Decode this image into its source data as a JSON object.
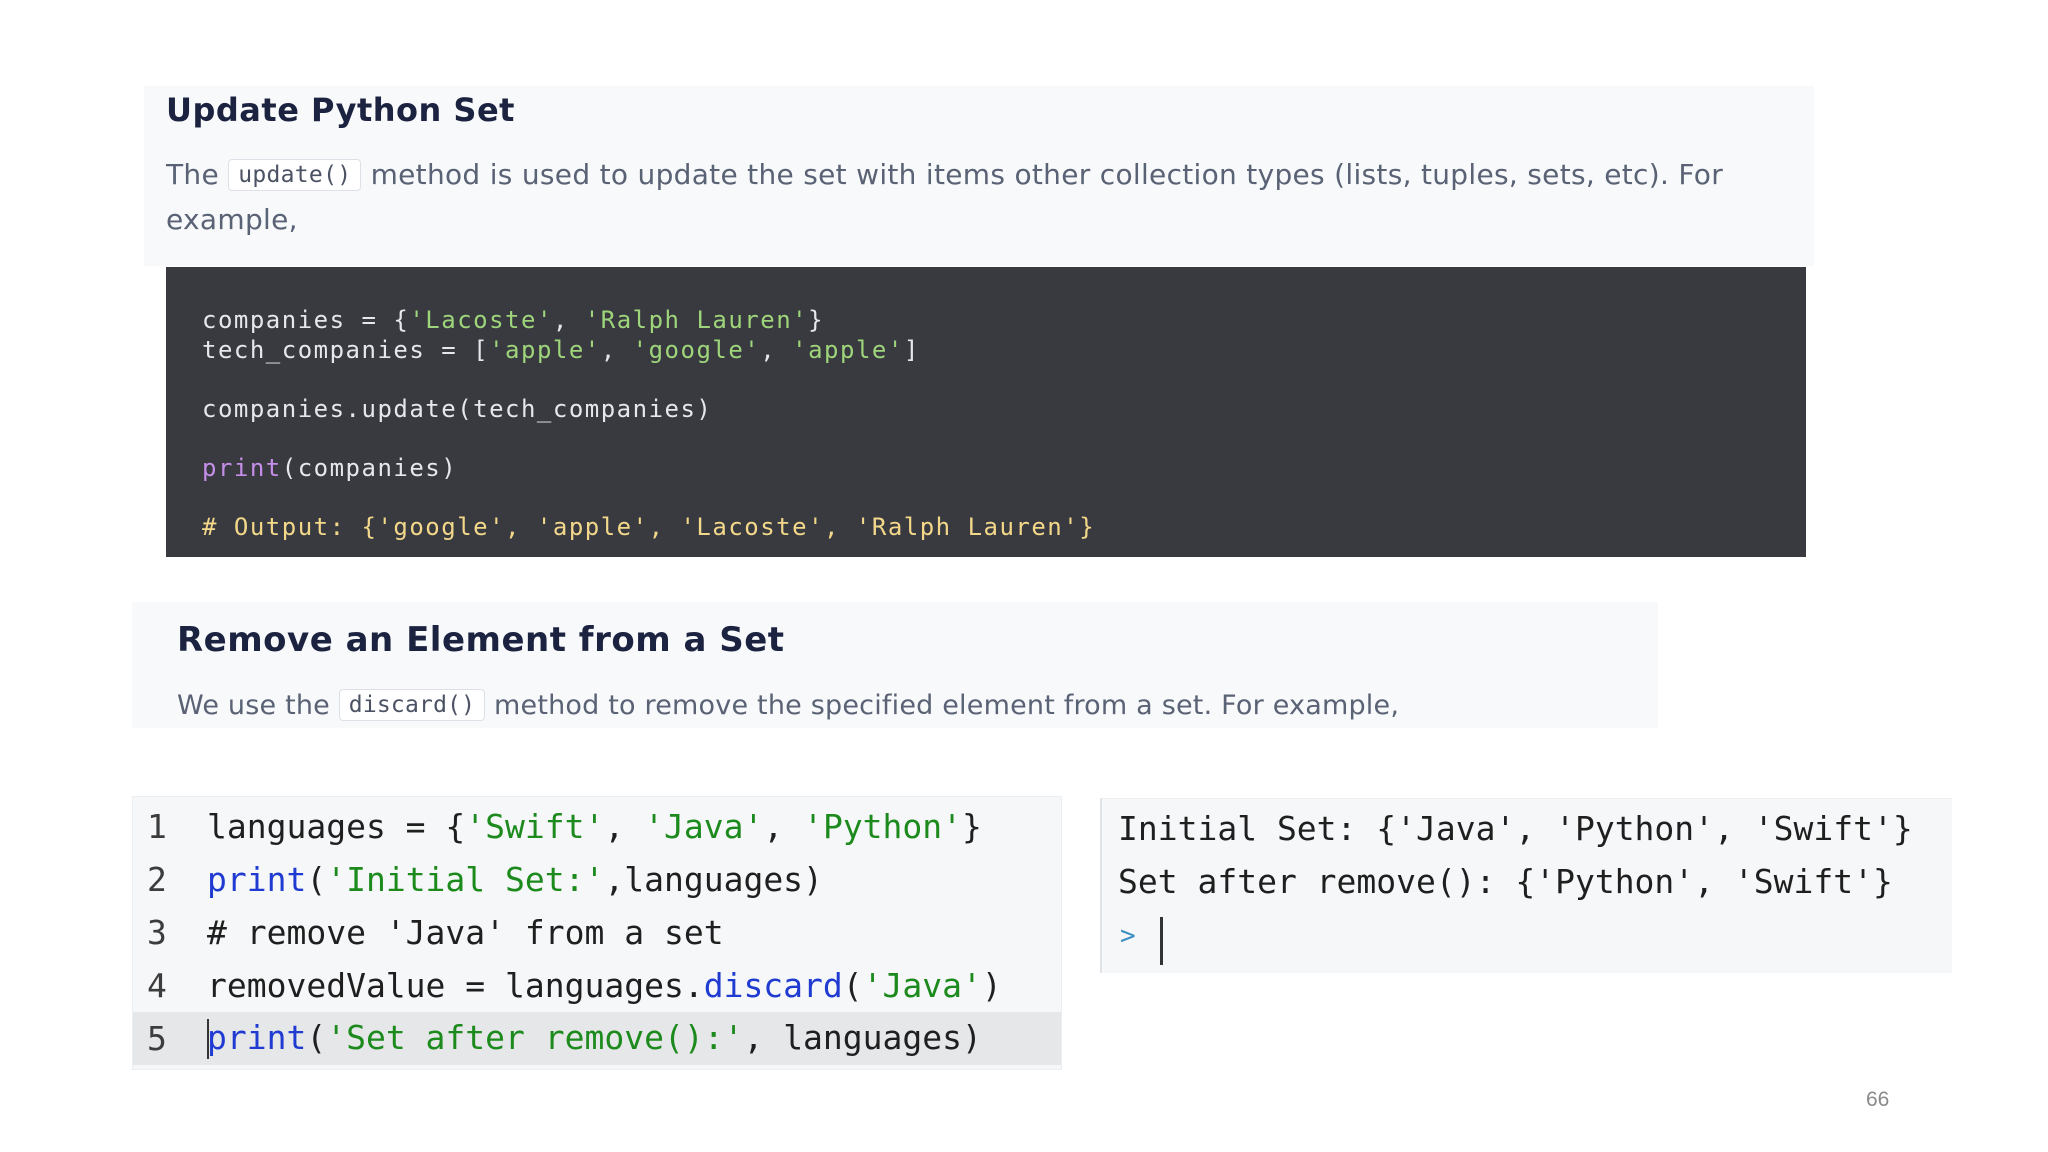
{
  "section_update": {
    "title": "Update Python Set",
    "desc_before": "The ",
    "desc_code": "update()",
    "desc_after": " method is used to update the set with items other collection types (lists, tuples, sets, etc). For example,"
  },
  "code_block_1": {
    "line1": {
      "a": "companies = {",
      "s1": "'Lacoste'",
      "b": ", ",
      "s2": "'Ralph Lauren'",
      "c": "}"
    },
    "line2": {
      "a": "tech_companies = [",
      "s1": "'apple'",
      "b": ", ",
      "s2": "'google'",
      "c": ", ",
      "s3": "'apple'",
      "d": "]"
    },
    "line3": "companies.update(tech_companies)",
    "line4": {
      "kw": "print",
      "rest": "(companies)"
    },
    "line5": "# Output: {'google', 'apple', 'Lacoste', 'Ralph Lauren'}"
  },
  "section_remove": {
    "title": "Remove an Element from a Set",
    "desc_before": "We use the ",
    "desc_code": "discard()",
    "desc_after": " method to remove the specified element from a set. For example,"
  },
  "editor": {
    "line_numbers": [
      "1",
      "2",
      "3",
      "4",
      "5"
    ],
    "l1": {
      "a": "languages = {",
      "s1": "'Swift'",
      "b": ", ",
      "s2": "'Java'",
      "c": ", ",
      "s3": "'Python'",
      "d": "}"
    },
    "l2": {
      "fn": "print",
      "a": "(",
      "s1": "'Initial Set:'",
      "b": ",languages)"
    },
    "l3": "# remove 'Java' from a set",
    "l4": {
      "a": "removedValue = languages.",
      "fn": "discard",
      "b": "(",
      "s1": "'Java'",
      "c": ")"
    },
    "l5": {
      "fn": "print",
      "a": "(",
      "s1": "'Set after remove():'",
      "b": ", languages)"
    }
  },
  "console": {
    "line1": "Initial Set: {'Java', 'Python', 'Swift'}",
    "line2": "Set after remove(): {'Python', 'Swift'}",
    "prompt": ">"
  },
  "page_number": "66"
}
